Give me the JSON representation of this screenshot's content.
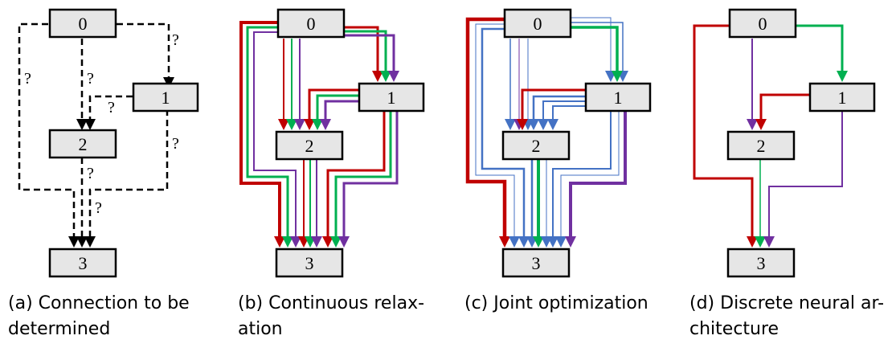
{
  "colors": {
    "red": "#c00000",
    "green": "#00b050",
    "purple": "#7030a0",
    "blue": "#4472c4",
    "black": "#000000",
    "node_fill": "#e6e6e6"
  },
  "panels": [
    {
      "id": "a",
      "nodes": [
        "0",
        "1",
        "2",
        "3"
      ],
      "question_mark": "?",
      "caption": [
        "(a) Connection to be",
        "determined"
      ]
    },
    {
      "id": "b",
      "nodes": [
        "0",
        "1",
        "2",
        "3"
      ],
      "caption": [
        "(b) Continuous relax-",
        "ation"
      ]
    },
    {
      "id": "c",
      "nodes": [
        "0",
        "1",
        "2",
        "3"
      ],
      "caption": [
        "(c) Joint optimization"
      ]
    },
    {
      "id": "d",
      "nodes": [
        "0",
        "1",
        "2",
        "3"
      ],
      "caption": [
        "(d) Discrete neural ar-",
        "chitecture"
      ]
    }
  ]
}
